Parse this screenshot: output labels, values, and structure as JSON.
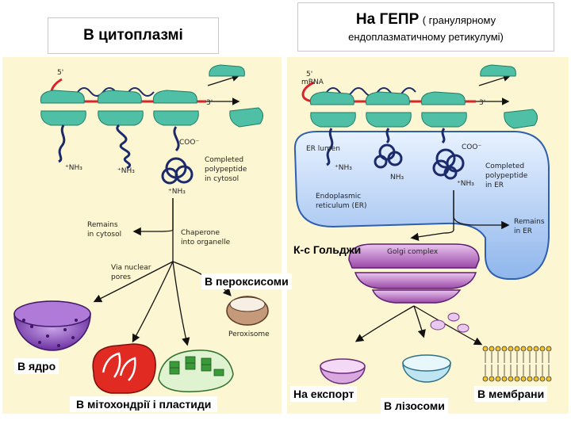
{
  "titles": {
    "left": "В цитоплазмі",
    "right_main": "На ГЕПР",
    "right_paren": "( гранулярному",
    "right_line2": "ендоплазматичному ретикулумі)"
  },
  "labels": {
    "peroxisome": "В пероксисоми",
    "nucleus": "В ядро",
    "mito": "В мітохондрії і пластиди",
    "golgi": "К-с Гольджи",
    "export": "На експорт",
    "lysosome": "В лізосоми",
    "membrane": "В мембрани"
  },
  "figure_text": {
    "five_prime_left": "5'",
    "three_prime_left": "3'",
    "coo_left": "COO⁻",
    "nh3_a": "⁺NH₃",
    "nh3_b": "⁺NH₃",
    "nh3_c": "⁺NH₃",
    "completed_cytosol": [
      "Completed",
      "polypeptide",
      "in cytosol"
    ],
    "remains_cytosol": [
      "Remains",
      "in cytosol"
    ],
    "chaperone": [
      "Chaperone",
      "into organelle"
    ],
    "nuclear_pores": [
      "Via nuclear",
      "pores"
    ],
    "peroxisome_small": "Peroxisome",
    "five_prime_right": "5'",
    "mrna": "mRNA",
    "three_prime_right": "3'",
    "er_lumen": "ER lumen",
    "coo_right": "COO⁻",
    "nh3_d": "⁺NH₃",
    "nh3_e": "NH₃",
    "nh3_f": "⁺NH₃",
    "completed_er": [
      "Completed",
      "polypeptide",
      "in ER"
    ],
    "er_name": [
      "Endoplasmic",
      "reticulum (ER)"
    ],
    "remains_er": [
      "Remains",
      "in ER"
    ],
    "golgi_small": "Golgi complex"
  }
}
